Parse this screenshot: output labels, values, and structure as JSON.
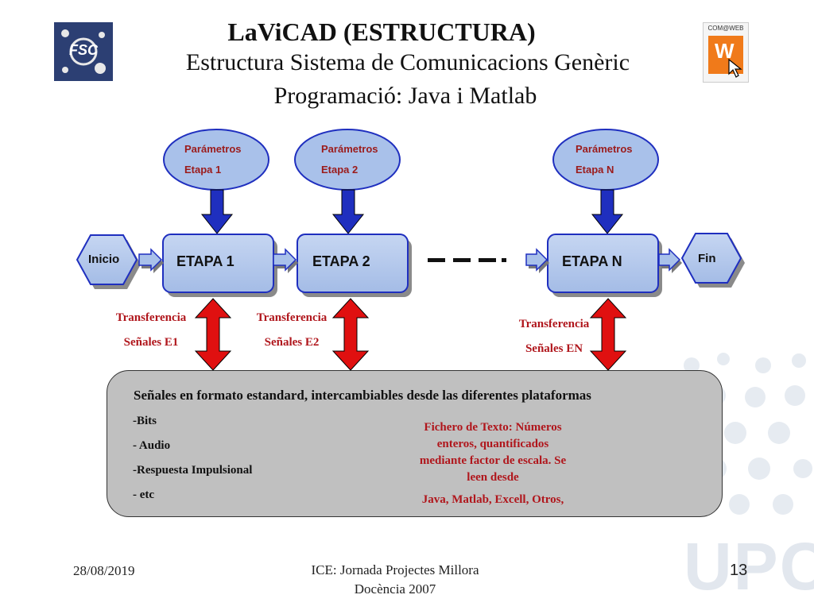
{
  "header": {
    "title": "LaViCAD (ESTRUCTURA)",
    "subtitle1": "Estructura Sistema de Comunicacions Genèric",
    "subtitle2": "Programació: Java i Matlab"
  },
  "logos": {
    "left_text": "FSC",
    "right_text": "COM@WEB",
    "right_letter": "W",
    "watermark": "UPC"
  },
  "params": [
    {
      "line1": "Parámetros",
      "line2": "Etapa 1"
    },
    {
      "line1": "Parámetros",
      "line2": "Etapa 2"
    },
    {
      "line1": "Parámetros",
      "line2": "Etapa N"
    }
  ],
  "flow": {
    "start": "Inicio",
    "end": "Fin",
    "stages": [
      "ETAPA 1",
      "ETAPA 2",
      "ETAPA N"
    ]
  },
  "transfers": [
    {
      "line1": "Transferencia",
      "line2": "Señales E1"
    },
    {
      "line1": "Transferencia",
      "line2": "Señales E2"
    },
    {
      "line1": "Transferencia",
      "line2": "Señales EN"
    }
  ],
  "panel": {
    "heading": "Señales en formato estandard, intercambiables desde las diferentes plataformas",
    "bullets": [
      "-Bits",
      "- Audio",
      "-Respuesta Impulsional",
      "- etc"
    ],
    "fichero_lines": [
      "Fichero de Texto: Números",
      "enteros, quantificados",
      "mediante factor de escala. Se",
      "leen desde"
    ],
    "fichero_last": "Java, Matlab,  Excell,  Otros,"
  },
  "footer": {
    "date": "28/08/2019",
    "center_line1": "ICE: Jornada Projectes Millora",
    "center_line2": "Docència 2007",
    "page": "13"
  },
  "colors": {
    "ellipse_fill": "#a9c1ea",
    "box_fill": "#a9c1ea",
    "arrow_blue": "#1f2fbf",
    "arrow_red": "#e01010",
    "accent_red": "#b0161c",
    "panel_fill": "#c0c0c0"
  }
}
